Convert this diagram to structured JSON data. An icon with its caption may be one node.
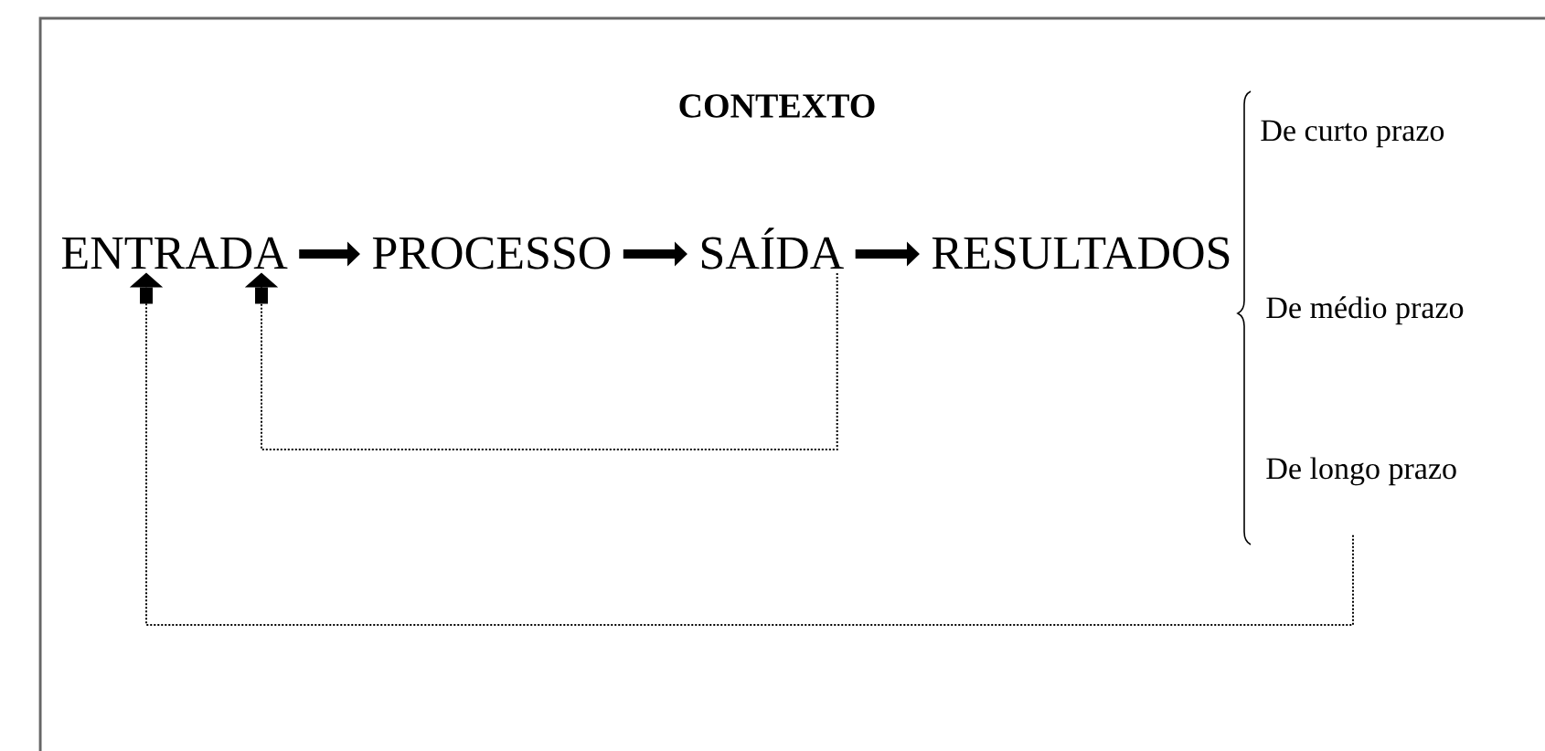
{
  "diagram": {
    "title": "CONTEXTO",
    "nodes": [
      {
        "text": [
          "ENTRADA"
        ]
      },
      {
        "text": [
          "PROCESSO"
        ]
      },
      {
        "text": [
          "SAÍDA"
        ]
      },
      {
        "text": [
          "RESULTADOS"
        ]
      },
      {
        "text": [
          "De curto prazo"
        ]
      },
      {
        "text": [
          "De médio prazo"
        ]
      },
      {
        "text": [
          "De longo prazo"
        ]
      }
    ],
    "edges": [
      {
        "from": 0,
        "to": 1,
        "arrow": "to"
      },
      {
        "from": 1,
        "to": 2,
        "arrow": "to"
      },
      {
        "from": 2,
        "to": 3,
        "arrow": "to"
      },
      {
        "from": 2,
        "to": 0,
        "arrow": "to",
        "style": "dashed"
      },
      {
        "from": 6,
        "to": 0,
        "arrow": "to",
        "style": "dashed"
      }
    ]
  }
}
